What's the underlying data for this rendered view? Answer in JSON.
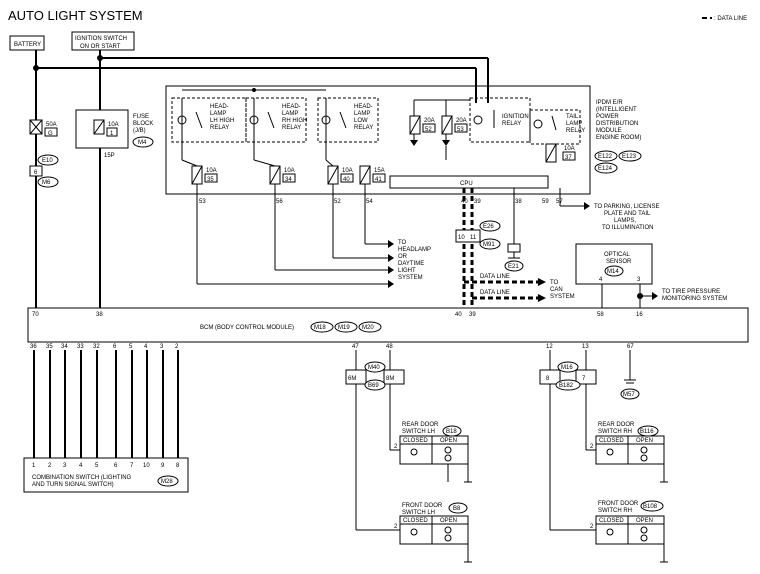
{
  "title": "AUTO LIGHT SYSTEM",
  "legend": ": DATA LINE",
  "battery": "BATTERY",
  "ignition": [
    "IGNITION SWITCH",
    "ON OR START"
  ],
  "fuse50": [
    "50A",
    "G"
  ],
  "fuse_block": [
    "FUSE",
    "BLOCK",
    "(J/B)"
  ],
  "fuse10": [
    "10A",
    "1"
  ],
  "conn_m4": "M4",
  "conn_15p": "15P",
  "conn_e10": "E10",
  "pin6": "6",
  "conn_m6": "M6",
  "relay_lh": [
    "HEAD-",
    "LAMP",
    "LH HIGH",
    "RELAY"
  ],
  "relay_rh": [
    "HEAD-",
    "LAMP",
    "RH HIGH",
    "RELAY"
  ],
  "relay_low": [
    "HEAD-",
    "LAMP",
    "LOW",
    "RELAY"
  ],
  "ign_relay": [
    "IGNITION",
    "RELAY"
  ],
  "tail_relay": [
    "TAIL",
    "LAMP",
    "RELAY"
  ],
  "ipdm": [
    "IPDM E/R",
    "(INTELLIGENT",
    "POWER",
    "DISTRIBUTION",
    "MODULE",
    "ENGINE ROOM)"
  ],
  "ipdm_conn": [
    "E122",
    "E123",
    "E124"
  ],
  "fuses": {
    "f35": [
      "10A",
      "35"
    ],
    "f34": [
      "10A",
      "34"
    ],
    "f40": [
      "10A",
      "40"
    ],
    "f41": [
      "15A",
      "41"
    ],
    "f52": [
      "20A",
      "52"
    ],
    "f53": [
      "20A",
      "53"
    ],
    "f37": [
      "10A",
      "37"
    ]
  },
  "cpu": "CPU",
  "ipdm_pins": [
    "53",
    "56",
    "52",
    "54",
    "40",
    "39",
    "38",
    "59",
    "57"
  ],
  "to_headlamp": [
    "TO",
    "HEADLAMP",
    "OR",
    "DAYTIME",
    "LIGHT",
    "SYSTEM"
  ],
  "to_parking": [
    "TO PARKING, LICENSE",
    "PLATE AND TAIL",
    "LAMPS,",
    "TO ILLUMINATION"
  ],
  "conn_e26": "E26",
  "pins_e26": [
    "10",
    "11"
  ],
  "conn_m91": "M91",
  "conn_e21": "E21",
  "data_line": "DATA LINE",
  "to_can": [
    "TO",
    "CAN",
    "SYSTEM"
  ],
  "optical": [
    "OPTICAL",
    "SENSOR"
  ],
  "conn_m14": "M14",
  "optical_pins": [
    "4",
    "3"
  ],
  "to_tire": [
    "TO TIRE PRESSURE",
    "MONITORING SYSTEM"
  ],
  "bcm_top_pins": [
    "70",
    "38",
    "40",
    "39",
    "58",
    "16"
  ],
  "bcm": "BCM (BODY CONTROL MODULE)",
  "bcm_conn": [
    "M18",
    "M19",
    "M20"
  ],
  "bcm_bottom_pins": [
    "36",
    "35",
    "34",
    "33",
    "32",
    "6",
    "5",
    "4",
    "3",
    "2",
    "47",
    "48",
    "12",
    "13",
    "67"
  ],
  "comb_pins": [
    "1",
    "2",
    "3",
    "4",
    "5",
    "6",
    "7",
    "10",
    "9",
    "8"
  ],
  "comb": [
    "COMBINATION SWITCH (LIGHTING",
    "AND TURN SIGNAL SWITCH)"
  ],
  "conn_m28": "M28",
  "lh_conn": [
    "M40",
    "B69"
  ],
  "lh_pins": [
    "6M",
    "8M"
  ],
  "rh_conn": [
    "M16",
    "B182"
  ],
  "rh_pins": [
    "8",
    "7"
  ],
  "conn_m57": "M57",
  "rear_lh": [
    "REAR DOOR",
    "SWITCH LH"
  ],
  "conn_b18": "B18",
  "rear_rh": [
    "REAR DOOR",
    "SWITCH RH"
  ],
  "conn_b116": "B116",
  "front_lh": [
    "FRONT DOOR",
    "SWITCH LH"
  ],
  "conn_b8": "B8",
  "front_rh": [
    "FRONT DOOR",
    "SWITCH RH"
  ],
  "conn_b108": "B108",
  "closed": "CLOSED",
  "open": "OPEN",
  "pin2": "2"
}
